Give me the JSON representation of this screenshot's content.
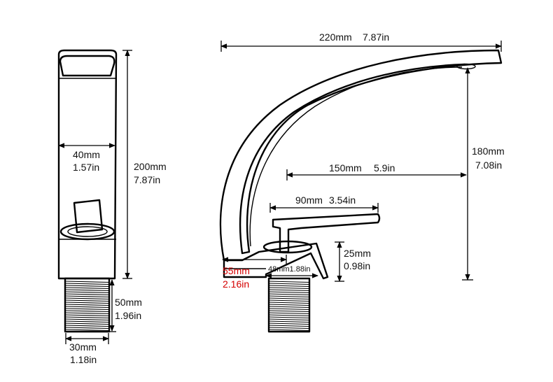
{
  "front_view": {
    "width": {
      "mm": "40mm",
      "in": "1.57in"
    },
    "height": {
      "mm": "200mm",
      "in": "7.87in"
    },
    "thread_length": {
      "mm": "50mm",
      "in": "1.96in"
    },
    "thread_diameter": {
      "mm": "30mm",
      "in": "1.18in"
    }
  },
  "side_view": {
    "total_length": {
      "mm": "220mm",
      "in": "7.87in"
    },
    "spout_height": {
      "mm": "180mm",
      "in": "7.08in"
    },
    "reach": {
      "mm": "150mm",
      "in": "5.9in"
    },
    "handle_length": {
      "mm": "90mm",
      "in": "3.54in"
    },
    "handle_height": {
      "mm": "25mm",
      "in": "0.98in"
    },
    "base_diameter": {
      "label": "48mm1.88in"
    },
    "base_offset": {
      "mm": "55mm",
      "in": "2.16in"
    }
  },
  "colors": {
    "line": "#000000",
    "text": "#111111",
    "highlight": "#d40000"
  }
}
